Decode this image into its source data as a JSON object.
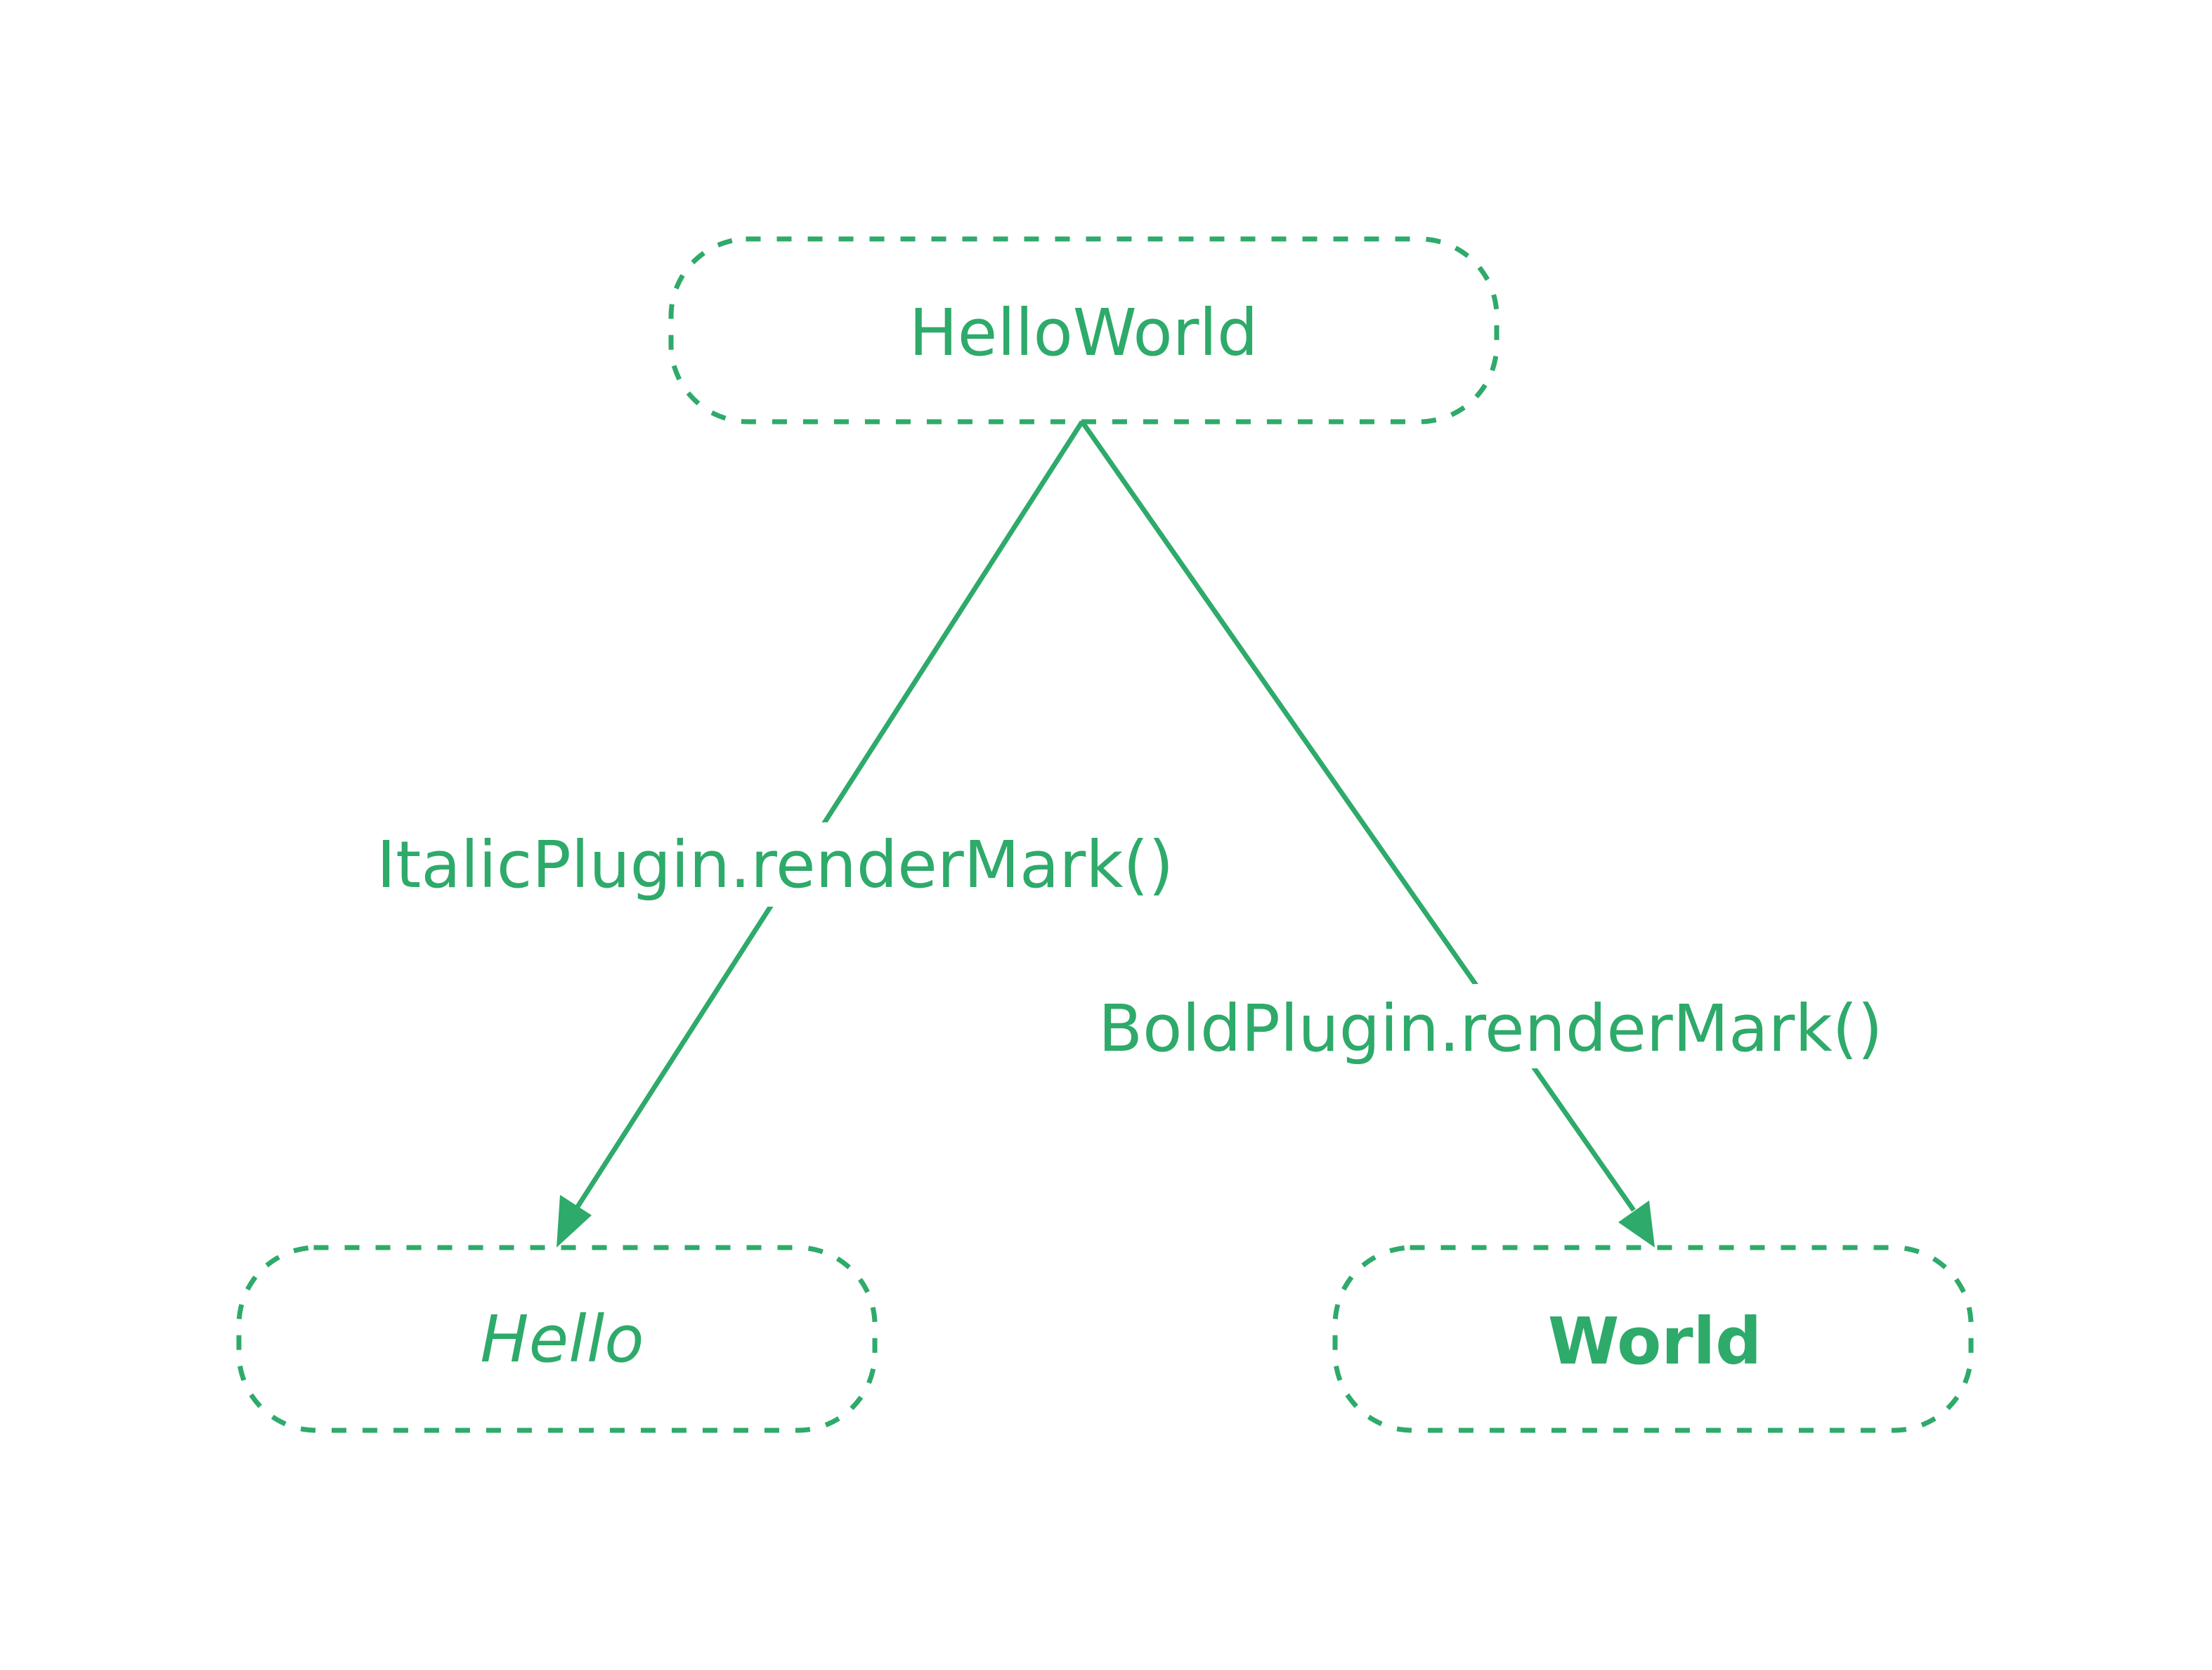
{
  "diagram": {
    "color": "#2eaa6a",
    "nodes": {
      "root": {
        "label": "HelloWorld"
      },
      "left": {
        "label": "Hello",
        "style": "italic"
      },
      "right": {
        "label": "World",
        "style": "bold"
      }
    },
    "edges": [
      {
        "from": "root",
        "to": "left",
        "label": "ItalicPlugin.renderMark()"
      },
      {
        "from": "root",
        "to": "right",
        "label": "BoldPlugin.renderMark()"
      }
    ]
  }
}
